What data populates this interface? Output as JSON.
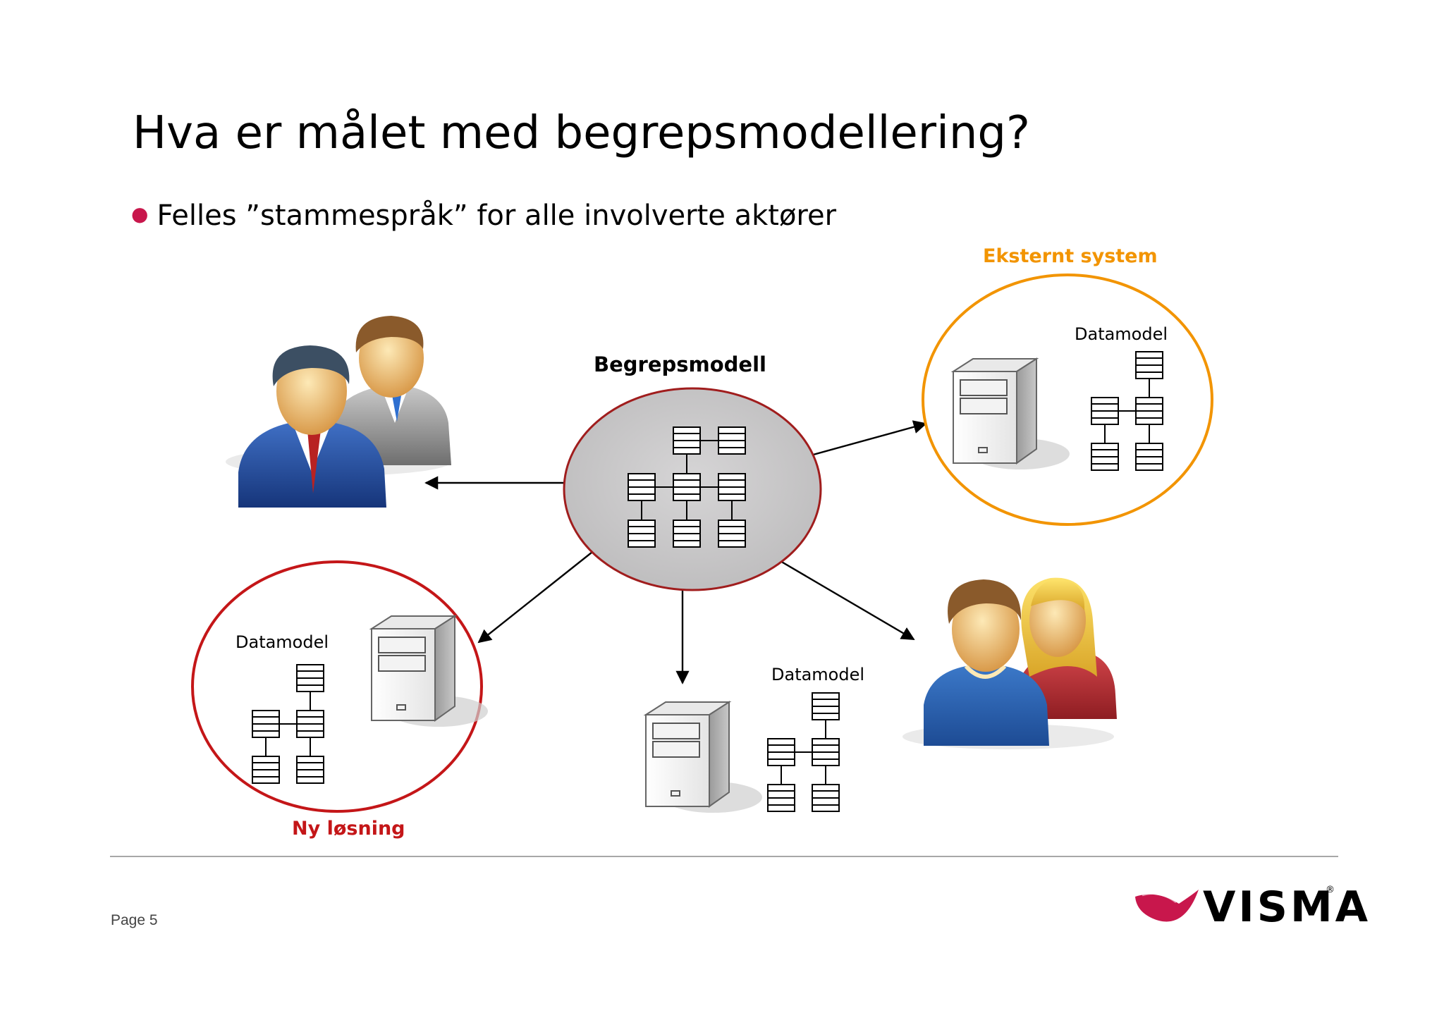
{
  "slide": {
    "title": "Hva er målet med begrepsmodellering?",
    "bullet": "Felles ”stammespråk” for alle involverte aktører",
    "page": "Page 5"
  },
  "diagram": {
    "center_label": "Begrepsmodell",
    "external_label": "Eksternt system",
    "new_solution_label": "Ny løsning",
    "datamodel_labels": [
      "Datamodel",
      "Datamodel",
      "Datamodel"
    ]
  },
  "brand": {
    "logo_text": "VISMA",
    "accent": "#c8174c",
    "external_color": "#f29400",
    "new_solution_color": "#c41618",
    "center_fill": "#c9c8c9",
    "center_stroke": "#a01d1d"
  }
}
